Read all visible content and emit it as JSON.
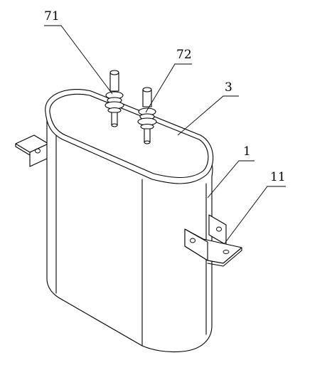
{
  "labels": {
    "terminal_a": "71",
    "terminal_b": "72",
    "cover": "3",
    "housing": "1",
    "bracket": "11"
  }
}
